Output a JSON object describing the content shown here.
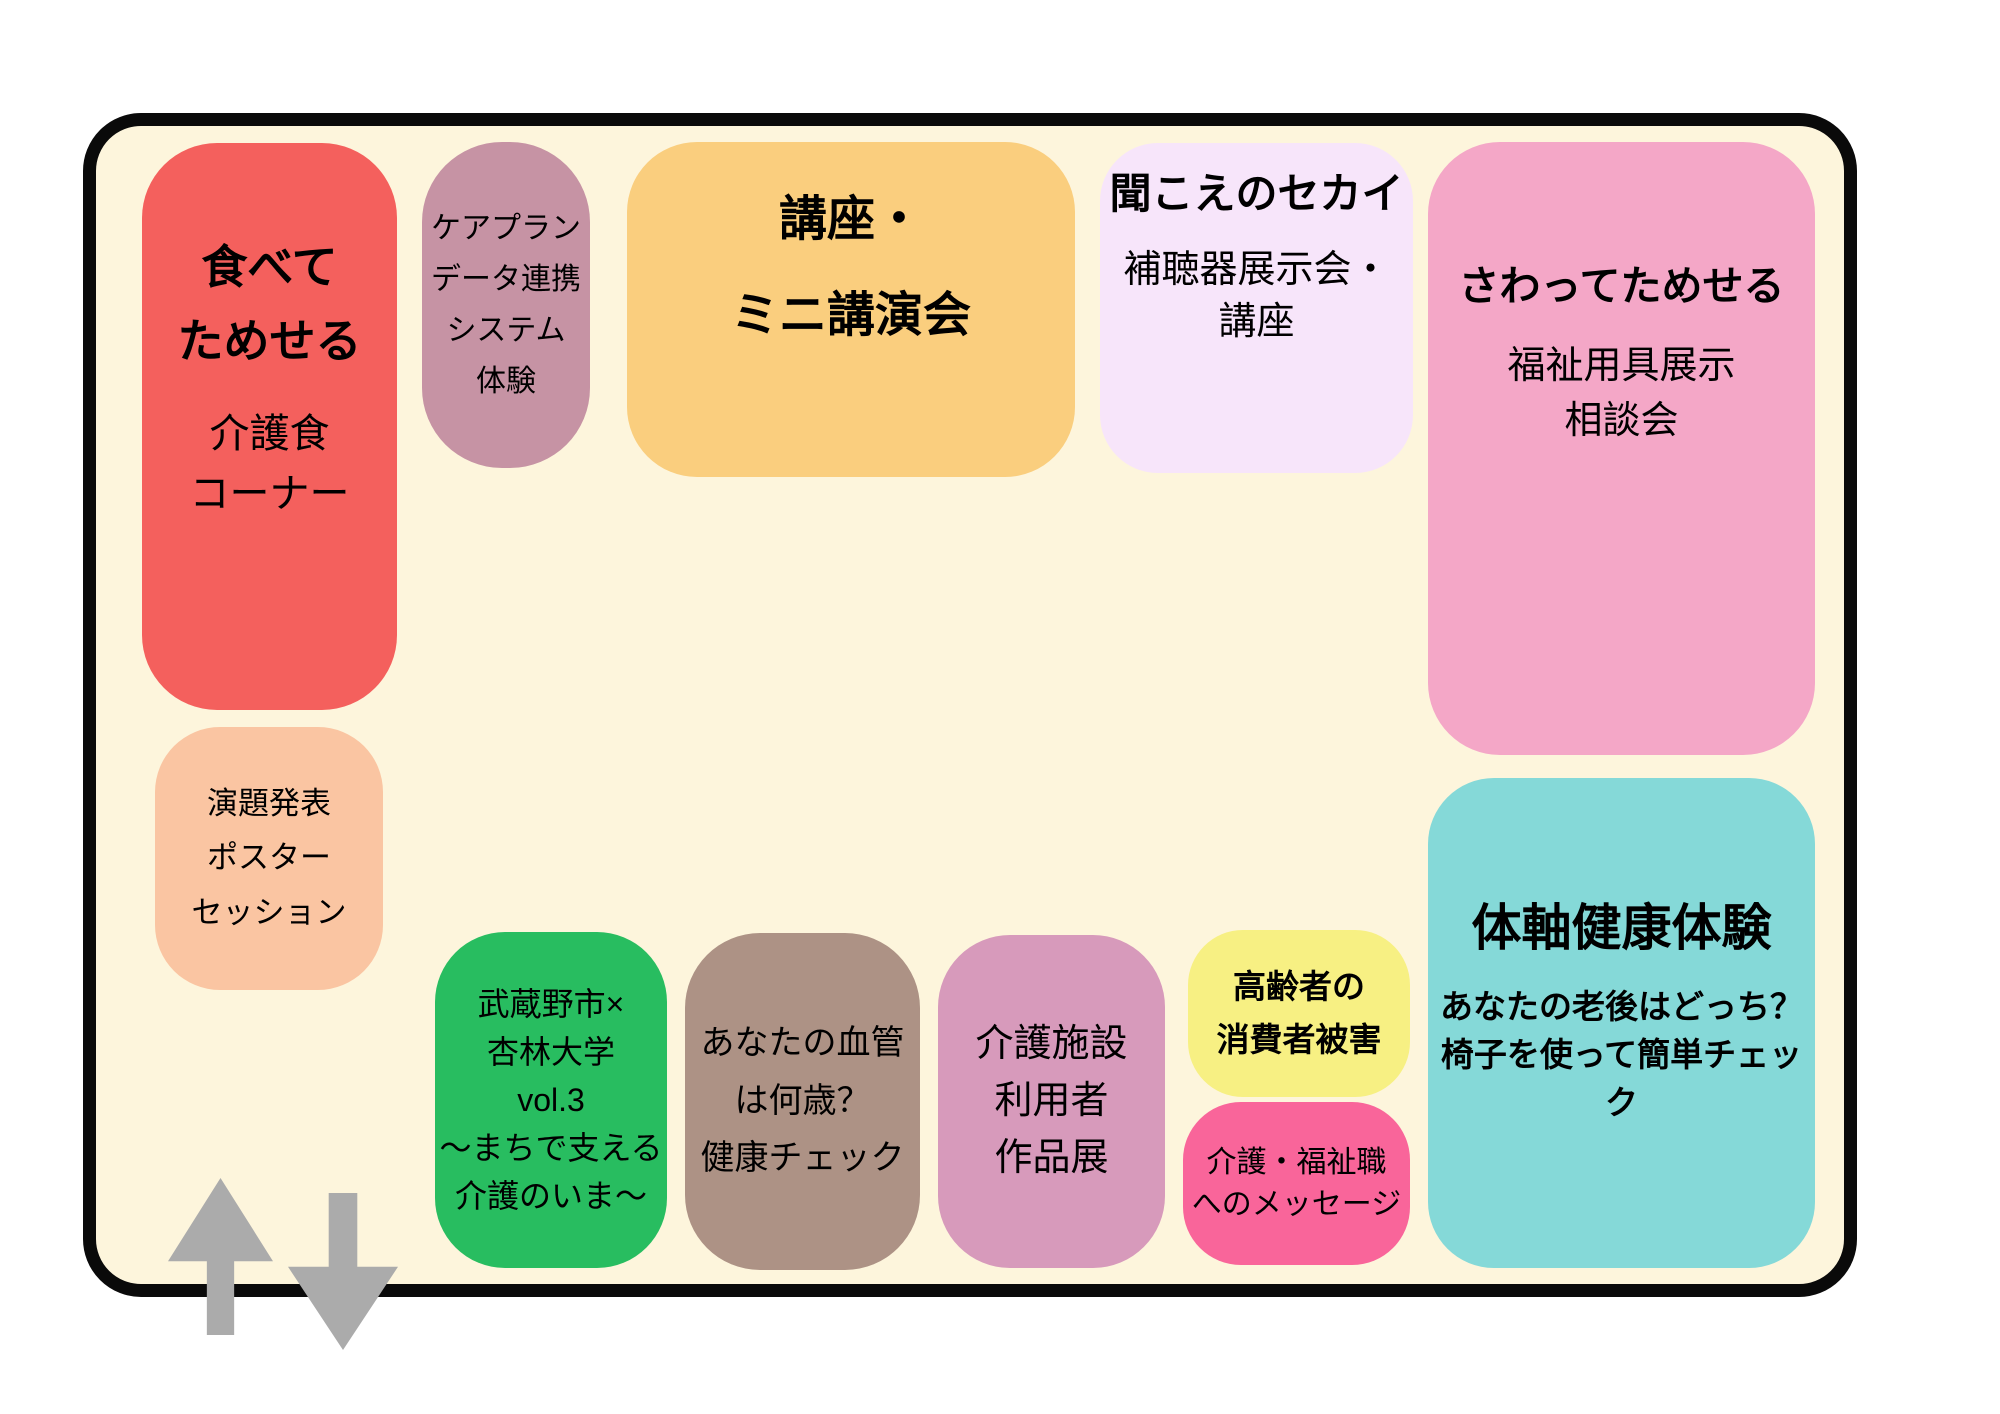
{
  "palette": {
    "page_bg": "#FFFFFF",
    "board_bg": "#FDF5DC",
    "board_border": "#0A0A0A",
    "text": "#000000",
    "coral_red": "#F4605D",
    "dusty_mauve": "#C693A4",
    "orange": "#FACE7E",
    "lavender": "#F7E5FA",
    "pink": "#F4A7C7",
    "peach": "#FAC5A2",
    "green": "#28BD60",
    "taupe": "#AD9285",
    "orchid": "#D79ABB",
    "yellow": "#F7F083",
    "hot_pink": "#F9659A",
    "teal": "#85D9D8",
    "arrow_gray": "#ABABAB"
  },
  "blocks": {
    "tabete": {
      "heading": "食べて\nためせる",
      "body": "介護食\nコーナー"
    },
    "careplan": {
      "body": "ケアプラン\nデータ連携\nシステム\n体験"
    },
    "kouza": {
      "heading": "講座・\nミニ講演会"
    },
    "kikoe": {
      "heading": "聞こえのセカイ",
      "body": "補聴器展示会・\n講座"
    },
    "sawatte": {
      "heading": "さわってためせる",
      "body": "福祉用具展示\n相談会"
    },
    "endai": {
      "body": "演題発表\nポスター\nセッション"
    },
    "musashino": {
      "body": "武蔵野市×\n杏林大学\nvol.3\n～まちで支える\n介護のいま～"
    },
    "kekkan": {
      "body": "あなたの血管\nは何歳？\n健康チェック"
    },
    "sakuhin": {
      "body": "介護施設\n利用者\n作品展"
    },
    "shohisha": {
      "body": "高齢者の\n消費者被害"
    },
    "message": {
      "body": "介護・福祉職\nへのメッセージ"
    },
    "taijiku": {
      "heading": "体軸健康体験",
      "body": "あなたの老後はどっち？\n椅子を使って簡単チェック"
    }
  },
  "icons": {
    "up_arrow": "up-arrow",
    "down_arrow": "down-arrow"
  }
}
